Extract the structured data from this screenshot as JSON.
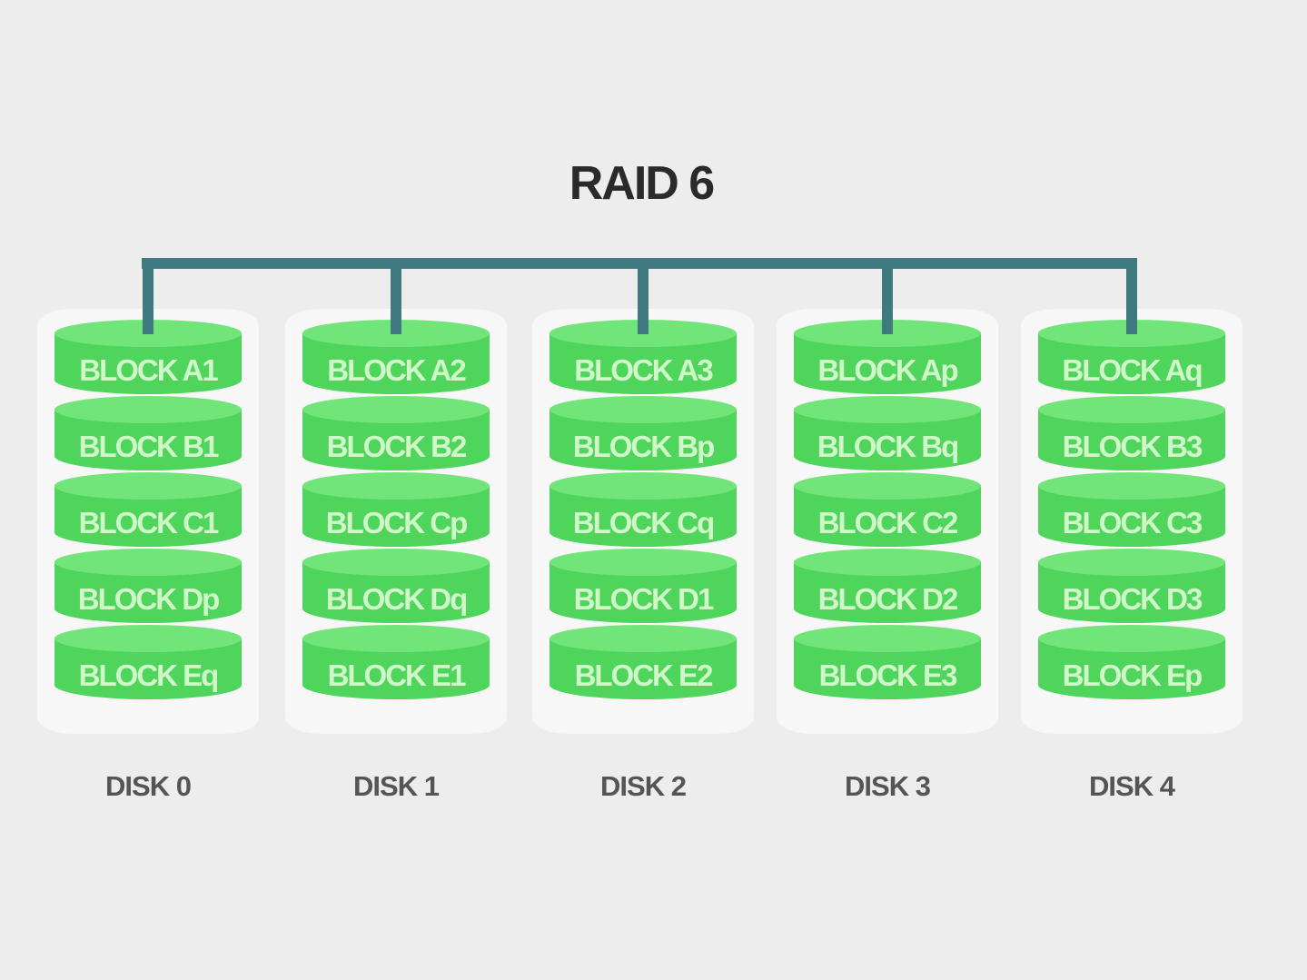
{
  "title": "RAID 6",
  "colors": {
    "block_fill": "#4fd45c",
    "block_top": "#72e57a",
    "block_text": "#cff7c8",
    "bus": "#3e7a80",
    "background": "#ededed"
  },
  "disks": [
    {
      "label": "DISK 0",
      "blocks": [
        "BLOCK A1",
        "BLOCK B1",
        "BLOCK C1",
        "BLOCK Dp",
        "BLOCK Eq"
      ]
    },
    {
      "label": "DISK 1",
      "blocks": [
        "BLOCK A2",
        "BLOCK B2",
        "BLOCK Cp",
        "BLOCK Dq",
        "BLOCK E1"
      ]
    },
    {
      "label": "DISK 2",
      "blocks": [
        "BLOCK A3",
        "BLOCK Bp",
        "BLOCK Cq",
        "BLOCK D1",
        "BLOCK E2"
      ]
    },
    {
      "label": "DISK 3",
      "blocks": [
        "BLOCK Ap",
        "BLOCK Bq",
        "BLOCK C2",
        "BLOCK D2",
        "BLOCK E3"
      ]
    },
    {
      "label": "DISK 4",
      "blocks": [
        "BLOCK Aq",
        "BLOCK B3",
        "BLOCK C3",
        "BLOCK D3",
        "BLOCK Ep"
      ]
    }
  ]
}
